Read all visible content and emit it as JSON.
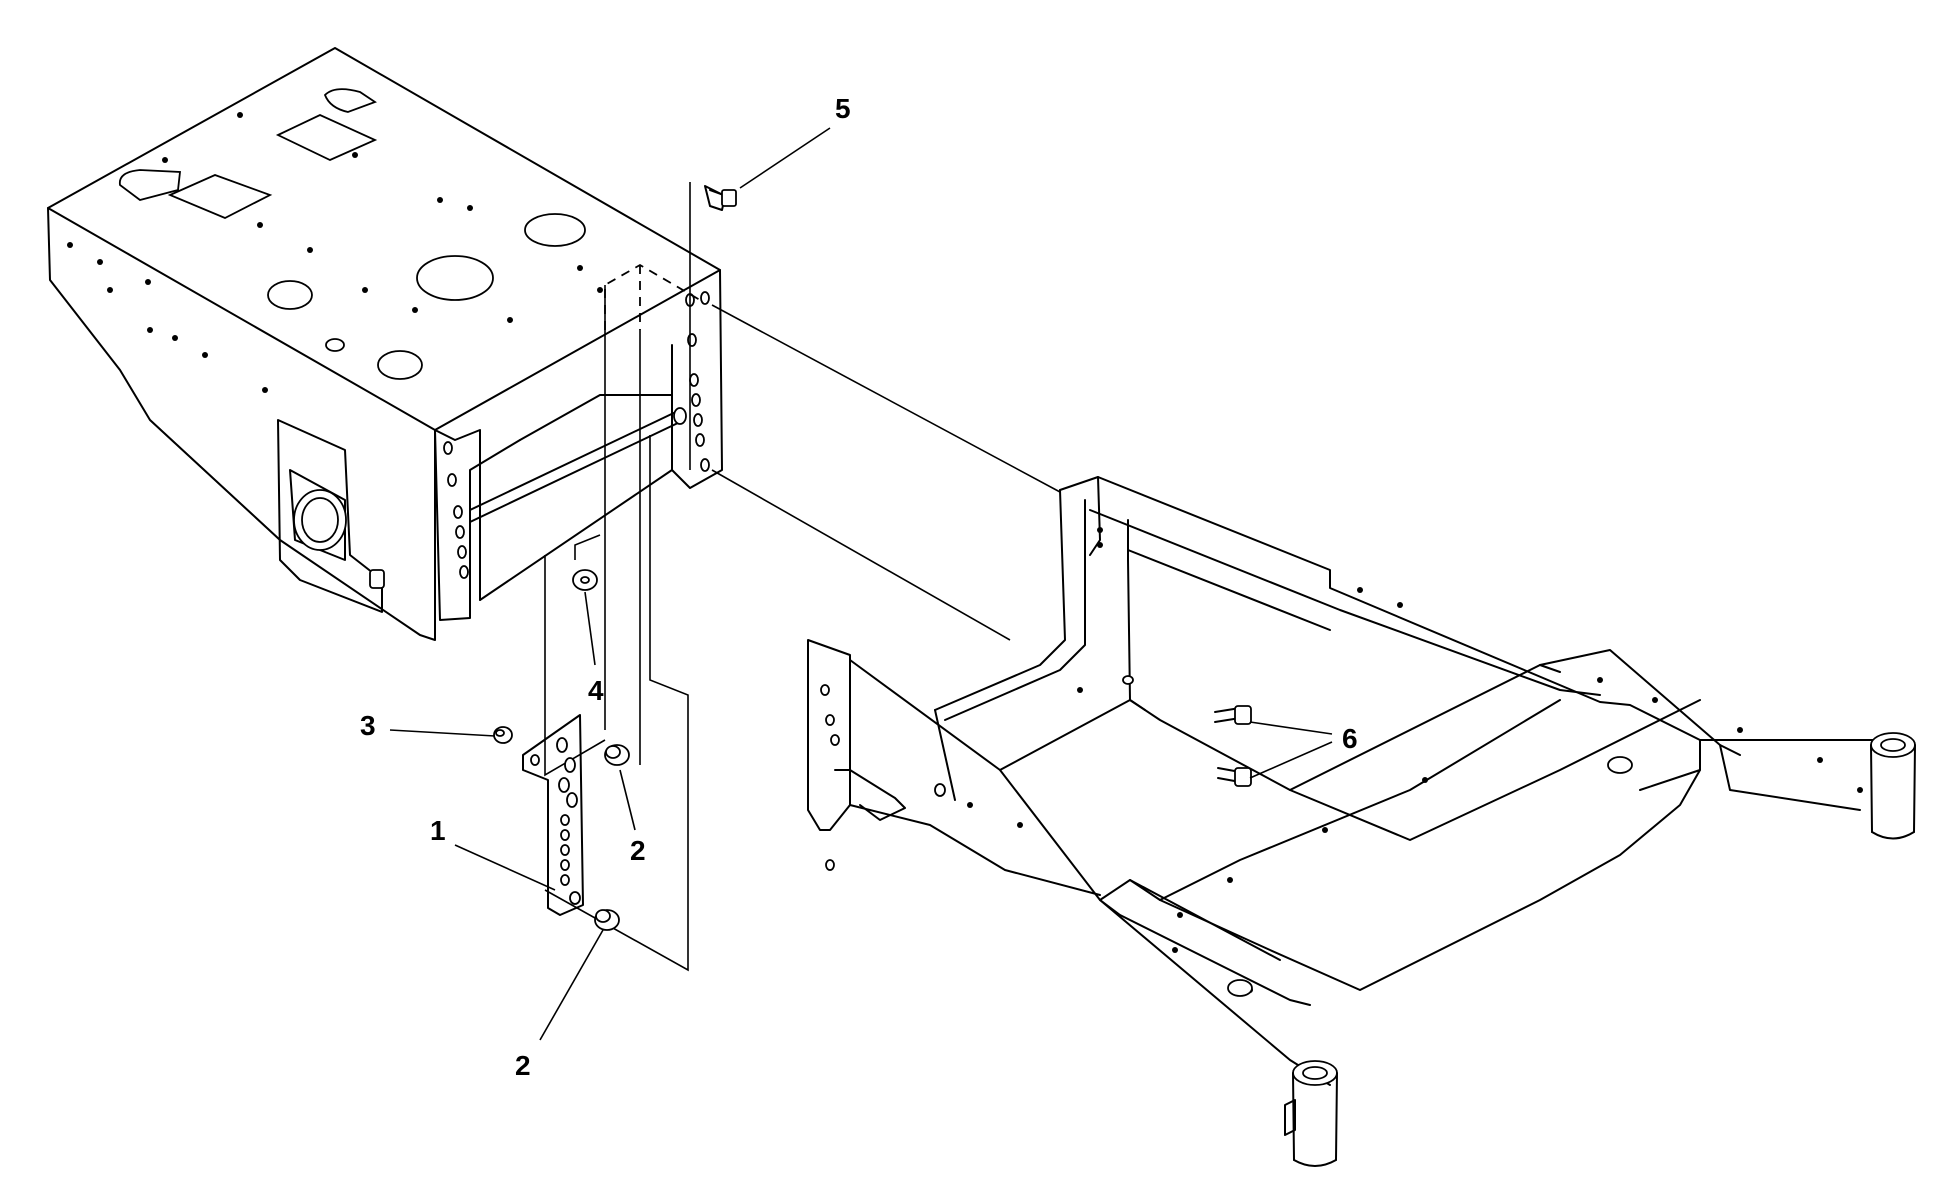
{
  "callouts": [
    {
      "id": "c1",
      "label": "1"
    },
    {
      "id": "c2a",
      "label": "2"
    },
    {
      "id": "c2b",
      "label": "2"
    },
    {
      "id": "c3",
      "label": "3"
    },
    {
      "id": "c4",
      "label": "4"
    },
    {
      "id": "c5",
      "label": "5"
    },
    {
      "id": "c6",
      "label": "6"
    }
  ]
}
